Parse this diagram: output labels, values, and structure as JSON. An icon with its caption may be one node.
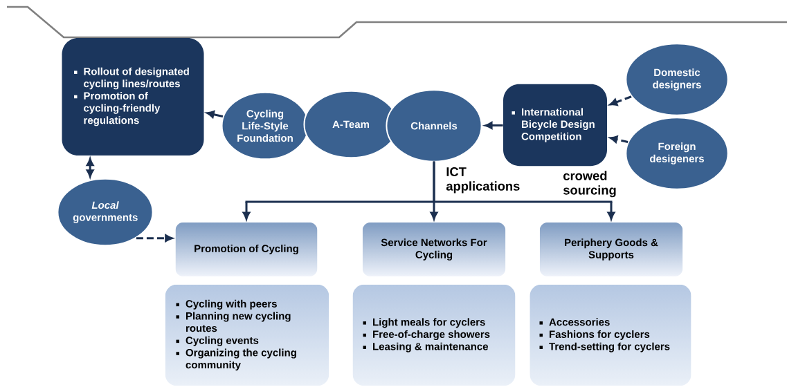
{
  "diagram": {
    "nodes": [
      {
        "text": [
          "Rollout of designated cycling lines/routes",
          "Promotion of cycling-friendly regulations"
        ]
      },
      {
        "text": [
          "Cycling Life-Style Foundation"
        ]
      },
      {
        "text": [
          "A-Team"
        ]
      },
      {
        "text": [
          "Channels"
        ]
      },
      {
        "text": [
          "International Bicycle Design Competition"
        ]
      },
      {
        "text": [
          "Domestic designers"
        ]
      },
      {
        "text": [
          "Foreign desigeners"
        ]
      },
      {
        "text": [
          "*Local* governments"
        ]
      },
      {
        "text": [
          "Promotion of Cycling"
        ]
      },
      {
        "text": [
          "Service Networks For Cycling"
        ]
      },
      {
        "text": [
          "Periphery Goods & Supports"
        ]
      },
      {
        "text": [
          "Cycling with peers",
          "Planning new cycling routes",
          "Cycling events",
          "Organizing the cycling community"
        ]
      },
      {
        "text": [
          "Light meals for cyclers",
          "Free-of-charge showers",
          "Leasing & maintenance"
        ]
      },
      {
        "text": [
          "Accessories",
          "Fashions for cyclers",
          "Trend-setting for cyclers"
        ]
      }
    ],
    "edges": [
      {
        "from": 1,
        "to": 0,
        "arrow": "to"
      },
      {
        "from": 4,
        "to": 3,
        "arrow": "to"
      },
      {
        "from": 5,
        "to": 4,
        "arrow": "to",
        "style": "dashed"
      },
      {
        "from": 6,
        "to": 4,
        "arrow": "to",
        "style": "dashed"
      },
      {
        "from": 0,
        "to": 7,
        "arrow": "both",
        "style": "dashed"
      },
      {
        "from": 7,
        "to": 8,
        "arrow": "to",
        "style": "dashed"
      },
      {
        "from": 3,
        "to": 8,
        "arrow": "to"
      },
      {
        "from": 3,
        "to": 9,
        "arrow": "to",
        "label": "ICT applications"
      },
      {
        "from": 3,
        "to": 10,
        "arrow": "to"
      }
    ],
    "labels": [
      "crowed sourcing"
    ]
  }
}
